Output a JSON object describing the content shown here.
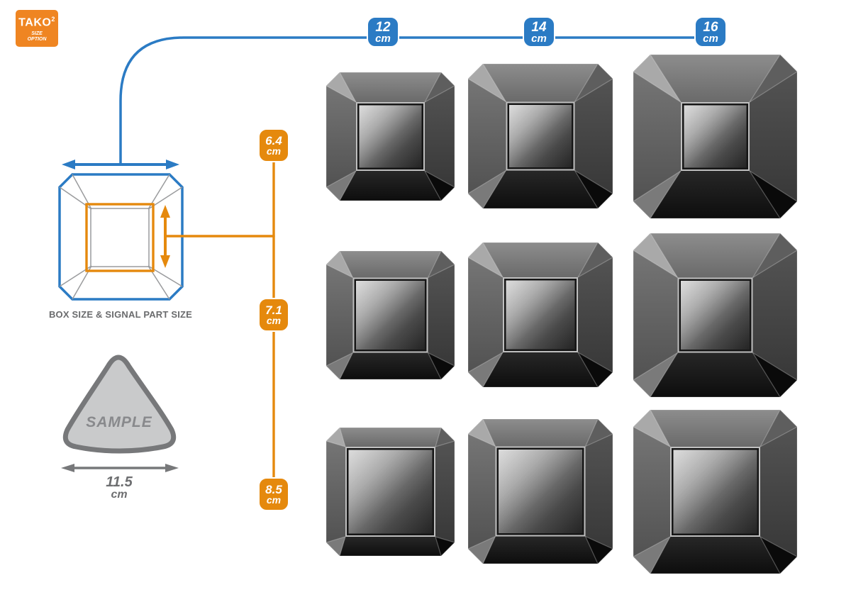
{
  "logo": {
    "brand": "TAKO",
    "exp": "2",
    "tagline_line1": "SIZE",
    "tagline_line2": "OPTION"
  },
  "box_width_labels": [
    {
      "value": "12",
      "unit": "cm"
    },
    {
      "value": "14",
      "unit": "cm"
    },
    {
      "value": "16",
      "unit": "cm"
    }
  ],
  "signal_size_labels": [
    {
      "value": "6.4",
      "unit": "cm"
    },
    {
      "value": "7.1",
      "unit": "cm"
    },
    {
      "value": "8.5",
      "unit": "cm"
    }
  ],
  "wireframe_caption": "BOX SIZE & SIGNAL PART SIZE",
  "sample": {
    "label": "SAMPLE",
    "width_value": "11.5",
    "width_unit": "cm"
  },
  "grid": {
    "columns_box_cm": [
      "12",
      "14",
      "16"
    ],
    "rows_signal_cm": [
      "6.4",
      "7.1",
      "8.5"
    ]
  },
  "colors": {
    "blue": "#2B7BC4",
    "orange": "#E5890D",
    "logo_orange": "#EF8522",
    "gray": "#77787A",
    "caption_gray": "#6A6B6D"
  }
}
